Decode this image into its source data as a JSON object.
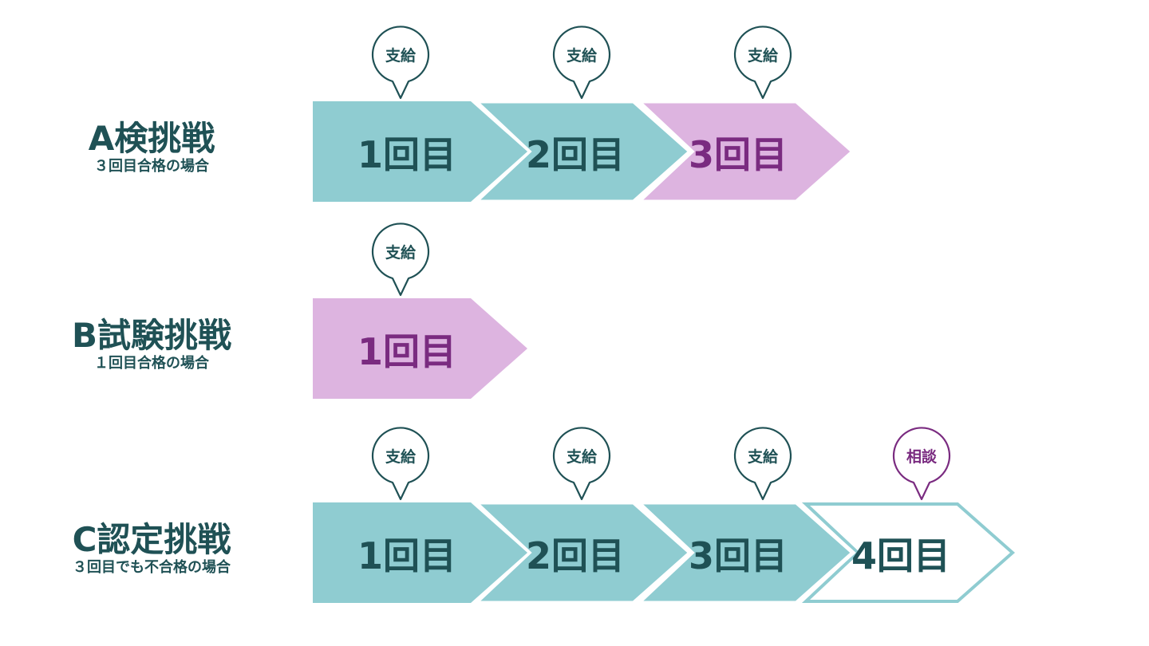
{
  "colors": {
    "teal": "#8fccd1",
    "dark": "#1f5155",
    "pink": "#ddb4e0",
    "purple": "#7a2b80"
  },
  "rows": [
    {
      "title": "A検挑戦",
      "subtitle": "３回目合格の場合",
      "steps": [
        {
          "label": "1回目",
          "style": "teal",
          "bubble": "支給",
          "bubble_style": "dark"
        },
        {
          "label": "2回目",
          "style": "teal",
          "bubble": "支給",
          "bubble_style": "dark"
        },
        {
          "label": "3回目",
          "style": "pink",
          "bubble": "支給",
          "bubble_style": "dark"
        }
      ]
    },
    {
      "title": "B試験挑戦",
      "subtitle": "１回目合格の場合",
      "steps": [
        {
          "label": "1回目",
          "style": "pink",
          "bubble": "支給",
          "bubble_style": "dark"
        }
      ]
    },
    {
      "title": "C認定挑戦",
      "subtitle": "３回目でも不合格の場合",
      "steps": [
        {
          "label": "1回目",
          "style": "teal",
          "bubble": "支給",
          "bubble_style": "dark"
        },
        {
          "label": "2回目",
          "style": "teal",
          "bubble": "支給",
          "bubble_style": "dark"
        },
        {
          "label": "3回目",
          "style": "teal",
          "bubble": "支給",
          "bubble_style": "dark"
        },
        {
          "label": "4回目",
          "style": "outline",
          "bubble": "相談",
          "bubble_style": "purple"
        }
      ]
    }
  ]
}
